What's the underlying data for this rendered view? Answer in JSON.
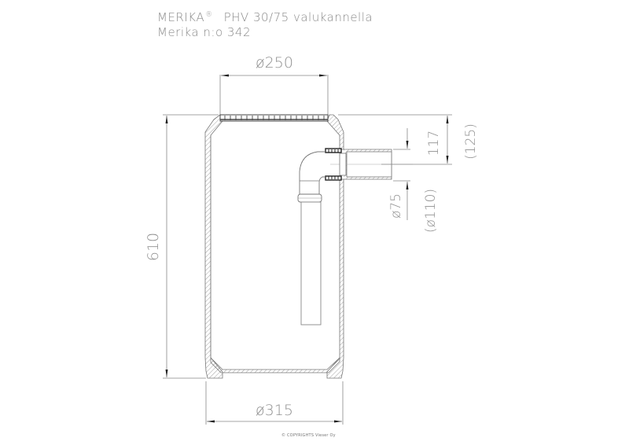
{
  "title": {
    "brand": "MERIKA",
    "registered_mark": "®",
    "product": "PHV 30/75 valukannella",
    "line2": "Merika n:o 342"
  },
  "dimensions": {
    "top_diameter": "ø250",
    "bottom_diameter": "ø315",
    "height": "610",
    "outlet_height": "117",
    "outlet_height_alt": "(125)",
    "outlet_diameter": "ø75",
    "outlet_diameter_alt": "(ø110)"
  },
  "copyright": "© COPYRIGHTS Vieser Oy",
  "colors": {
    "line": "#7a7a7a",
    "dark_line": "#333333",
    "text": "#8a8a8a",
    "background": "#ffffff"
  }
}
